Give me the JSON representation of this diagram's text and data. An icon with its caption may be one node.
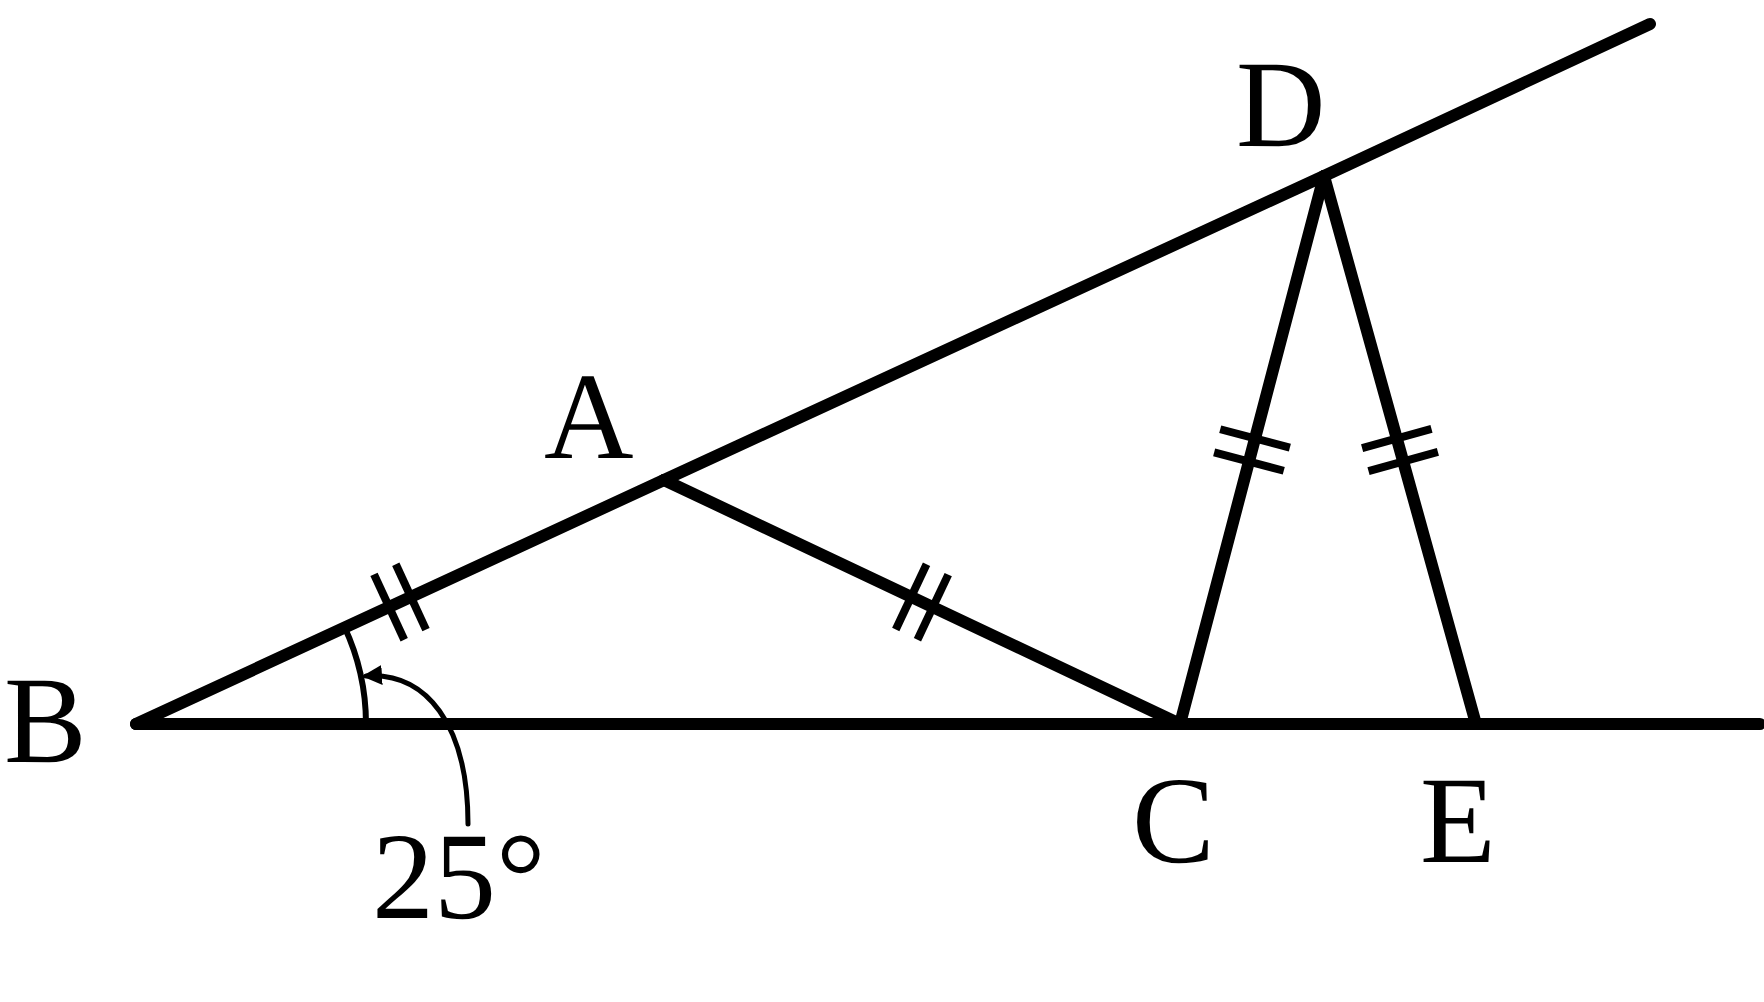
{
  "diagram": {
    "nodes": [
      {
        "text": [
          "B"
        ]
      },
      {
        "text": [
          "A"
        ]
      },
      {
        "text": [
          "D"
        ]
      },
      {
        "text": [
          "C"
        ]
      },
      {
        "text": [
          "E"
        ]
      },
      {
        "text": [
          "25°"
        ]
      },
      {
        "text": [],
        "shape": "arc"
      }
    ],
    "edges": [
      {
        "from": 0,
        "to": 1,
        "arrow": "none"
      },
      {
        "from": 1,
        "to": 2,
        "arrow": "none"
      },
      {
        "from": 2,
        "to": null,
        "arrow": "none"
      },
      {
        "from": 1,
        "to": 3,
        "arrow": "none"
      },
      {
        "from": 0,
        "to": 3,
        "arrow": "none"
      },
      {
        "from": 3,
        "to": 4,
        "arrow": "none"
      },
      {
        "from": 4,
        "to": null,
        "arrow": "none"
      },
      {
        "from": 3,
        "to": 2,
        "arrow": "none"
      },
      {
        "from": 2,
        "to": 4,
        "arrow": "none"
      },
      {
        "from": 5,
        "to": 6,
        "arrow": "to"
      }
    ]
  }
}
